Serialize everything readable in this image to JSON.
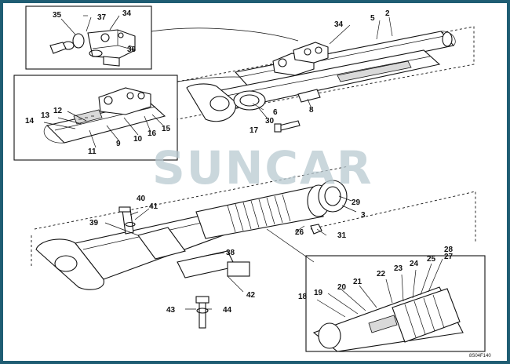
{
  "watermark": "SUNCAR",
  "drawing_code": "8S04F140",
  "colors": {
    "frame": "#1f5d73",
    "watermark": "#b9cad1"
  },
  "callouts": [
    "35",
    "37",
    "34",
    "36",
    "2",
    "5",
    "34",
    "12",
    "13",
    "14",
    "11",
    "9",
    "10",
    "16",
    "15",
    "6",
    "30",
    "8",
    "17",
    "40",
    "41",
    "39",
    "29",
    "3",
    "26",
    "31",
    "38",
    "42",
    "43",
    "44",
    "28",
    "27",
    "25",
    "24",
    "23",
    "22",
    "21",
    "20",
    "19",
    "18"
  ]
}
